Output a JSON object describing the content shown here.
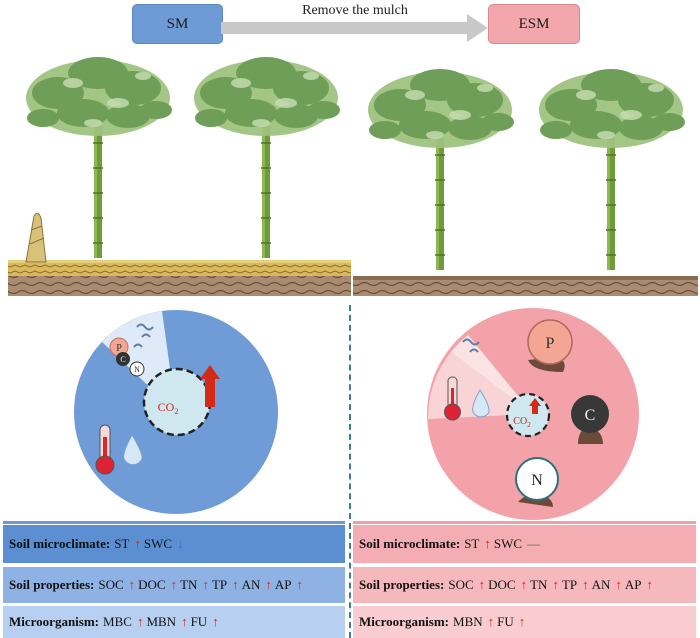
{
  "header": {
    "left_label": "SM",
    "right_label": "ESM",
    "arrow_label": "Remove the mulch"
  },
  "circles": {
    "left": {
      "gas_label": "CO",
      "gas_sub": "2",
      "nutrient_p": "P",
      "nutrient_c": "C",
      "nutrient_n": "N"
    },
    "right": {
      "gas_label": "CO",
      "gas_sub": "2",
      "nutrient_p": "P",
      "nutrient_c": "C",
      "nutrient_n": "N"
    }
  },
  "table": {
    "left": [
      {
        "label": "Soil microclimate:",
        "items": [
          {
            "text": "ST",
            "trend": "up"
          },
          {
            "text": "SWC",
            "trend": "down"
          }
        ]
      },
      {
        "label": "Soil properties:",
        "items": [
          {
            "text": "SOC",
            "trend": "up"
          },
          {
            "text": "DOC",
            "trend": "up"
          },
          {
            "text": "TN",
            "trend": "up"
          },
          {
            "text": "TP",
            "trend": "up"
          },
          {
            "text": "AN",
            "trend": "up"
          },
          {
            "text": "AP",
            "trend": "up"
          }
        ]
      },
      {
        "label": "Microorganism:",
        "items": [
          {
            "text": "MBC",
            "trend": "up"
          },
          {
            "text": "MBN",
            "trend": "up"
          },
          {
            "text": "FU",
            "trend": "up"
          }
        ]
      }
    ],
    "right": [
      {
        "label": "Soil microclimate:",
        "items": [
          {
            "text": "ST",
            "trend": "up"
          },
          {
            "text": "SWC",
            "trend": "flat"
          }
        ]
      },
      {
        "label": "Soil properties:",
        "items": [
          {
            "text": "SOC",
            "trend": "up"
          },
          {
            "text": "DOC",
            "trend": "up"
          },
          {
            "text": "TN",
            "trend": "up"
          },
          {
            "text": "TP",
            "trend": "up"
          },
          {
            "text": "AN",
            "trend": "up"
          },
          {
            "text": "AP",
            "trend": "up"
          }
        ]
      },
      {
        "label": "Microorganism:",
        "items": [
          {
            "text": "MBN",
            "trend": "up"
          },
          {
            "text": "FU",
            "trend": "up"
          }
        ]
      }
    ]
  },
  "colors": {
    "sm_blue": "#5b8fd2",
    "esm_pink": "#f2a7ad",
    "increase_red": "#d62718",
    "decrease_blue": "#2f6ed8",
    "unchanged_gray": "#777777"
  }
}
